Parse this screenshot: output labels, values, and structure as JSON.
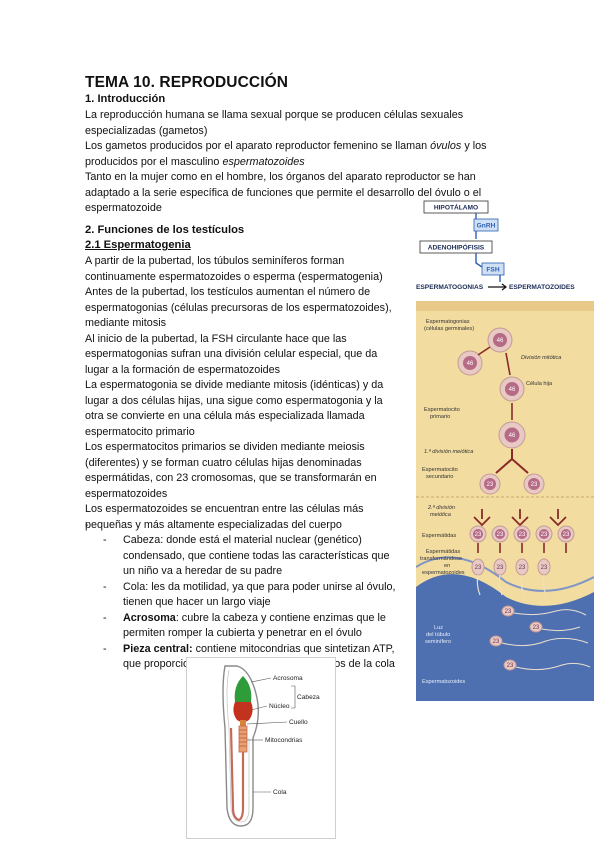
{
  "title": "TEMA 10. REPRODUCCIÓN",
  "section1": {
    "heading": "1. Introducción",
    "p1_l1": "La reproducción humana se llama sexual porque se producen células sexuales",
    "p1_l2": "especializadas (gametos)",
    "p2_l1_a": "Los gametos producidos por el aparato reproductor femenino se llaman ",
    "p2_l1_i": "óvulos",
    "p2_l1_b": " y los",
    "p2_l2_a": "producidos por el masculino ",
    "p2_l2_i": "espermatozoides",
    "p3_l1": "Tanto en la mujer como en el hombre, los órganos del aparato reproductor se han",
    "p3_l2": "adaptado a la serie específica de funciones que permite el desarrollo del óvulo o el",
    "p3_l3": "espermatozoide"
  },
  "section2": {
    "heading": "2. Funciones de los testículos",
    "sub": "2.1 Espermatogenia",
    "lines": [
      "A partir de la pubertad, los túbulos seminíferos forman",
      "continuamente espermatozoides o esperma (espermatogenia)",
      "Antes de la pubertad, los testículos aumentan el número de",
      "espermatogonias (células precursoras de los espermatozoides),",
      "mediante mitosis",
      "Al inicio de la pubertad, la FSH circulante hace que las",
      "espermatogonias sufran una división celular especial, que da",
      "lugar a la formación de espermatozoides",
      "La espermatogonia se divide mediante mitosis (idénticas) y da",
      "lugar a dos células hijas, una sigue como espermatogonia y la",
      "otra se convierte en una célula más especializada llamada",
      "espermatocito primario",
      "Los espermatocitos primarios se dividen mediante meiosis",
      "(diferentes) y se forman cuatro células hijas denominadas",
      "espermátidas, con 23 cromosomas, que se transformarán en",
      "espermatozoides",
      "Los espermatozoides se encuentran entre las células más",
      "pequeñas y más altamente especializadas del cuerpo"
    ],
    "items": [
      {
        "bold": "",
        "l1": "Cabeza: donde está el material nuclear (genético)",
        "l2": "condensado, que contiene todas las características que",
        "l3": "un niño va a heredar de su padre"
      },
      {
        "bold": "",
        "l1": "Cola: les da motilidad, ya que para poder unirse al óvulo,",
        "l2": "tienen que hacer un largo viaje",
        "l3": ""
      },
      {
        "bold": "Acrosoma",
        "l1": ": cubre la cabeza y contiene enzimas que le",
        "l2": "permiten romper la cubierta y penetrar en el óvulo",
        "l3": ""
      },
      {
        "bold": "Pieza central:",
        "l1": " contiene mitocondrias que sintetizan ATP,",
        "l2": "que proporciona energía para los movimientos de la cola",
        "l3": ""
      }
    ]
  },
  "figure": {
    "hipotalamo": "HIPOTÁLAMO",
    "gnrh": "GnRH",
    "adenohipofisis": "ADENOHIPÓFISIS",
    "fsh": "FSH",
    "espermatogonias": "ESPERMATOGONIAS",
    "espermatozoides_head": "ESPERMATOZOIDES",
    "lbl_espermatogonias": "Espermatogonias",
    "lbl_celulas_germinales": "(células germinales)",
    "lbl_division_mitotica": "División mitótica",
    "lbl_celula_hija": "Célula hija",
    "lbl_espermatocito": "Espermatocito",
    "lbl_primario": "primario",
    "lbl_div_meiotica_1": "1.ª división meiótica",
    "lbl_espermatocito2": "Espermatocito",
    "lbl_secundario": "secundario",
    "lbl_div_meiotica_2a": "2.ª división",
    "lbl_div_meiotica_2b": "meiótica",
    "lbl_espermatidas": "Espermátidas",
    "lbl_transf_1": "Espermátidas",
    "lbl_transf_2": "transformándose",
    "lbl_transf_3": "en",
    "lbl_transf_4": "espermatozoides",
    "lbl_luz_1": "Luz",
    "lbl_luz_2": "del túbulo",
    "lbl_luz_3": "seminífero",
    "lbl_espermatozoides": "Espermatozoides",
    "n46": "46",
    "n23": "23"
  },
  "sperm_figure": {
    "acrosoma": "Acrosoma",
    "cabeza": "Cabeza",
    "nucleo": "Núcleo",
    "cuello": "Cuello",
    "mitocondrias": "Mitocondrias",
    "cola": "Cola"
  },
  "colors": {
    "accent_blue": "#2d5fb3",
    "tubule_wall": "#f2dca0",
    "cell_fill": "#b56a86",
    "lumen": "#4e6fb0"
  }
}
